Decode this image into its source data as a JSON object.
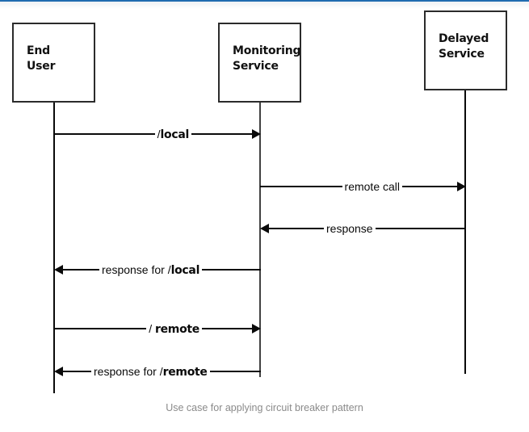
{
  "diagram": {
    "title": "Use case for applying circuit breaker pattern",
    "caption": "Use case for applying circuit breaker pattern",
    "accent_color": "#1f6cb0",
    "line_color": "#0a0a0a",
    "lifeline_accent_color": "#414141",
    "caption_color": "#8a8a8a",
    "participants": [
      {
        "id": "end-user",
        "label": "End\nUser"
      },
      {
        "id": "monitoring-service",
        "label": "Monitoring\nService"
      },
      {
        "id": "delayed-service",
        "label": "Delayed\nService"
      }
    ],
    "messages": [
      {
        "id": "local-request",
        "from": "end-user",
        "to": "monitoring-service",
        "direction": "right",
        "label": "/local",
        "label_plain": "/",
        "label_strong": "local"
      },
      {
        "id": "remote-call",
        "from": "monitoring-service",
        "to": "delayed-service",
        "direction": "right",
        "label": "remote call",
        "label_plain": "remote call",
        "label_strong": ""
      },
      {
        "id": "remote-response",
        "from": "delayed-service",
        "to": "monitoring-service",
        "direction": "left",
        "label": "response",
        "label_plain": "response",
        "label_strong": ""
      },
      {
        "id": "local-response",
        "from": "monitoring-service",
        "to": "end-user",
        "direction": "left",
        "label": "response for /local",
        "label_plain": "response for /",
        "label_strong": "local"
      },
      {
        "id": "remote-request",
        "from": "end-user",
        "to": "monitoring-service",
        "direction": "right",
        "label": "/ remote",
        "label_plain": "/ ",
        "label_strong": "remote"
      },
      {
        "id": "remote-request-response",
        "from": "monitoring-service",
        "to": "end-user",
        "direction": "left",
        "label": "response for /remote",
        "label_plain": "response for /",
        "label_strong": "remote"
      }
    ]
  }
}
